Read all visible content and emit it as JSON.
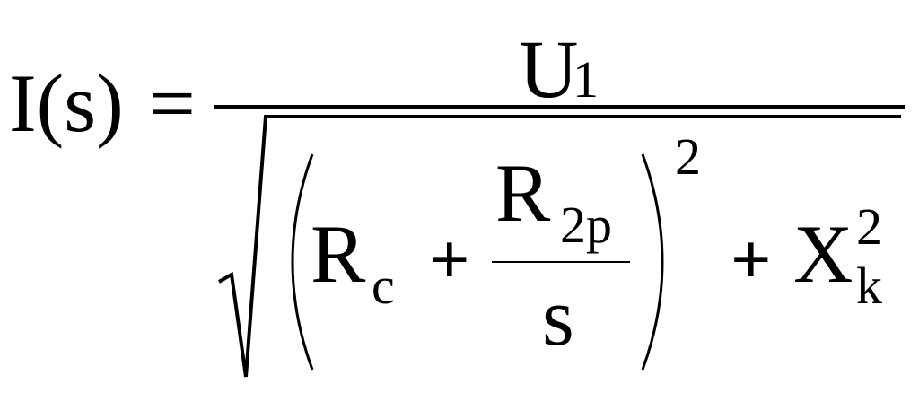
{
  "formula": {
    "lhs": "I(s)",
    "equals": "=",
    "numerator": {
      "symbol": "U",
      "subscript": "1"
    },
    "denominator": {
      "term1": {
        "symbol": "R",
        "subscript": "c"
      },
      "plus1": "+",
      "fraction": {
        "numerator_symbol": "R",
        "numerator_subscript": "2p",
        "denominator": "s"
      },
      "paren_exponent": "2",
      "plus2": "+",
      "term2": {
        "symbol": "X",
        "subscript": "k",
        "superscript": "2"
      }
    }
  }
}
